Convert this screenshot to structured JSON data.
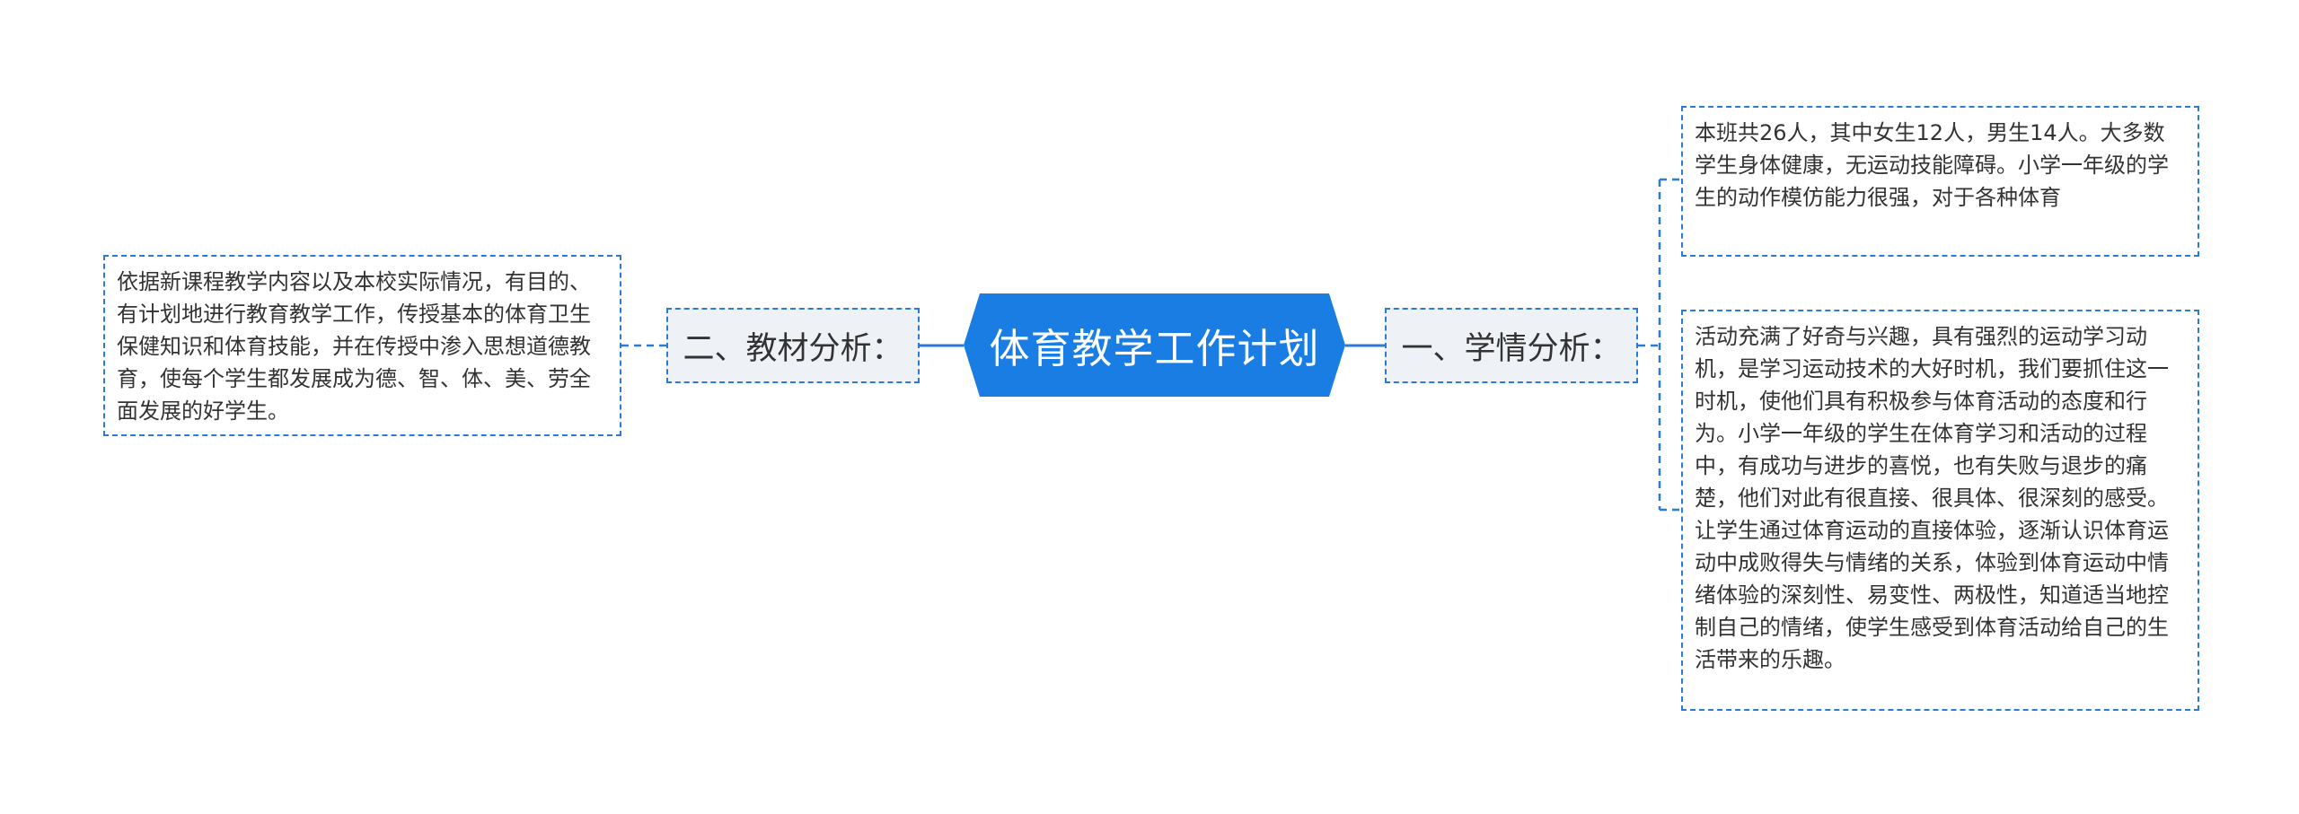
{
  "diagram": {
    "root": {
      "label": "体育教学工作计划",
      "color": "#1a7de3"
    },
    "branches": {
      "left": {
        "label": "二、教材分析：",
        "leaf": "依据新课程教学内容以及本校实际情况，有目的、有计划地进行教育教学工作，传授基本的体育卫生保健知识和体育技能，并在传授中渗入思想道德教育，使每个学生都发展成为德、智、体、美、劳全面发展的好学生。"
      },
      "right": {
        "label": "一、学情分析：",
        "leaves": [
          "本班共26人，其中女生12人，男生14人。大多数学生身体健康，无运动技能障碍。小学一年级的学生的动作模仿能力很强，对于各种体育",
          "活动充满了好奇与兴趣，具有强烈的运动学习动机，是学习运动技术的大好时机，我们要抓住这一时机，使他们具有积极参与体育活动的态度和行为。小学一年级的学生在体育学习和活动的过程中，有成功与进步的喜悦，也有失败与退步的痛楚，他们对此有很直接、很具体、很深刻的感受。让学生通过体育运动的直接体验，逐渐认识体育运动中成败得失与情绪的关系，体验到体育运动中情绪体验的深刻性、易变性、两极性，知道适当地控制自己的情绪，使学生感受到体育活动给自己的生活带来的乐趣。"
        ]
      }
    },
    "colors": {
      "connector": "#2b7bd6",
      "branch_fill": "#eef1f6",
      "text": "#333333"
    }
  }
}
